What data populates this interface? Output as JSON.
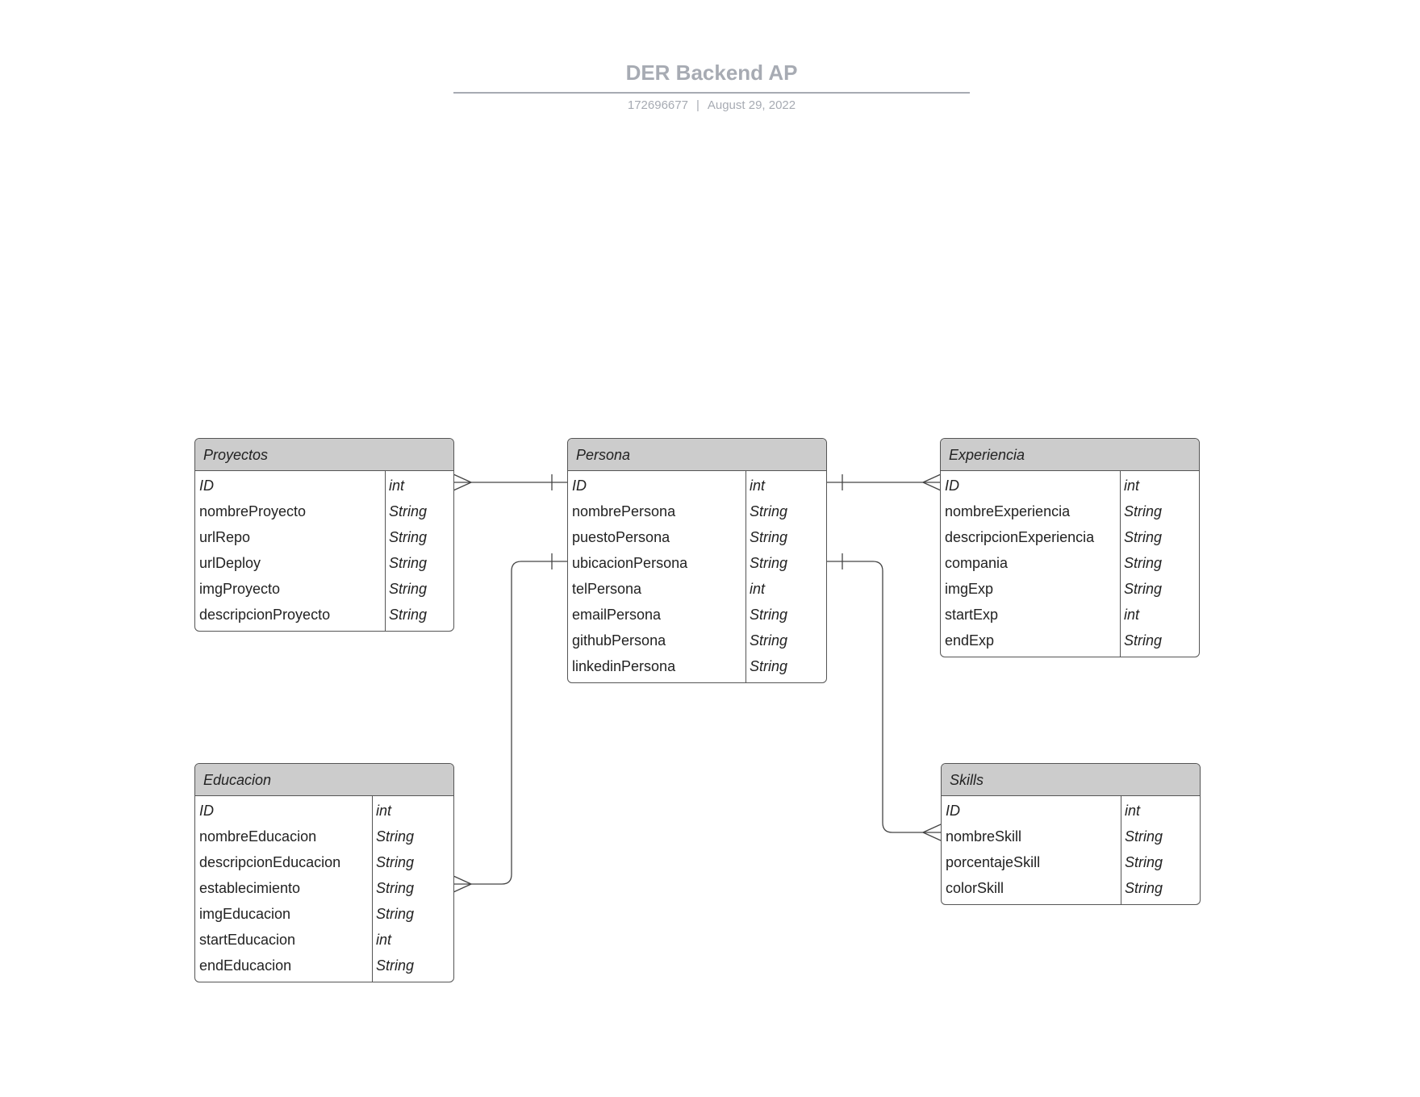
{
  "document": {
    "title": "DER Backend AP",
    "id": "172696677",
    "separator": "|",
    "date": "August 29, 2022"
  },
  "colors": {
    "header_fill": "#cccccc",
    "border": "#555555",
    "title_gray": "#a7abb3"
  },
  "entities": {
    "proyectos": {
      "name": "Proyectos",
      "attributes": [
        {
          "name": "ID",
          "type": "int"
        },
        {
          "name": "nombreProyecto",
          "type": "String"
        },
        {
          "name": "urlRepo",
          "type": "String"
        },
        {
          "name": "urlDeploy",
          "type": "String"
        },
        {
          "name": "imgProyecto",
          "type": "String"
        },
        {
          "name": "descripcionProyecto",
          "type": "String"
        }
      ]
    },
    "persona": {
      "name": "Persona",
      "attributes": [
        {
          "name": "ID",
          "type": "int"
        },
        {
          "name": "nombrePersona",
          "type": "String"
        },
        {
          "name": "puestoPersona",
          "type": "String"
        },
        {
          "name": "ubicacionPersona",
          "type": "String"
        },
        {
          "name": "telPersona",
          "type": "int"
        },
        {
          "name": "emailPersona",
          "type": "String"
        },
        {
          "name": "githubPersona",
          "type": "String"
        },
        {
          "name": "linkedinPersona",
          "type": "String"
        }
      ]
    },
    "experiencia": {
      "name": "Experiencia",
      "attributes": [
        {
          "name": "ID",
          "type": "int"
        },
        {
          "name": "nombreExperiencia",
          "type": "String"
        },
        {
          "name": "descripcionExperiencia",
          "type": "String"
        },
        {
          "name": "compania",
          "type": "String"
        },
        {
          "name": "imgExp",
          "type": "String"
        },
        {
          "name": "startExp",
          "type": "int"
        },
        {
          "name": "endExp",
          "type": "String"
        }
      ]
    },
    "educacion": {
      "name": "Educacion",
      "attributes": [
        {
          "name": "ID",
          "type": "int"
        },
        {
          "name": "nombreEducacion",
          "type": "String"
        },
        {
          "name": "descripcionEducacion",
          "type": "String"
        },
        {
          "name": "establecimiento",
          "type": "String"
        },
        {
          "name": "imgEducacion",
          "type": "String"
        },
        {
          "name": "startEducacion",
          "type": "int"
        },
        {
          "name": "endEducacion",
          "type": "String"
        }
      ]
    },
    "skills": {
      "name": "Skills",
      "attributes": [
        {
          "name": "ID",
          "type": "int"
        },
        {
          "name": "nombreSkill",
          "type": "String"
        },
        {
          "name": "porcentajeSkill",
          "type": "String"
        },
        {
          "name": "colorSkill",
          "type": "String"
        }
      ]
    }
  },
  "relationships": [
    {
      "from": "persona",
      "from_end": "one",
      "to": "proyectos",
      "to_end": "many"
    },
    {
      "from": "persona",
      "from_end": "one",
      "to": "experiencia",
      "to_end": "many"
    },
    {
      "from": "persona",
      "from_end": "one",
      "to": "educacion",
      "to_end": "many"
    },
    {
      "from": "persona",
      "from_end": "one",
      "to": "skills",
      "to_end": "many"
    }
  ]
}
